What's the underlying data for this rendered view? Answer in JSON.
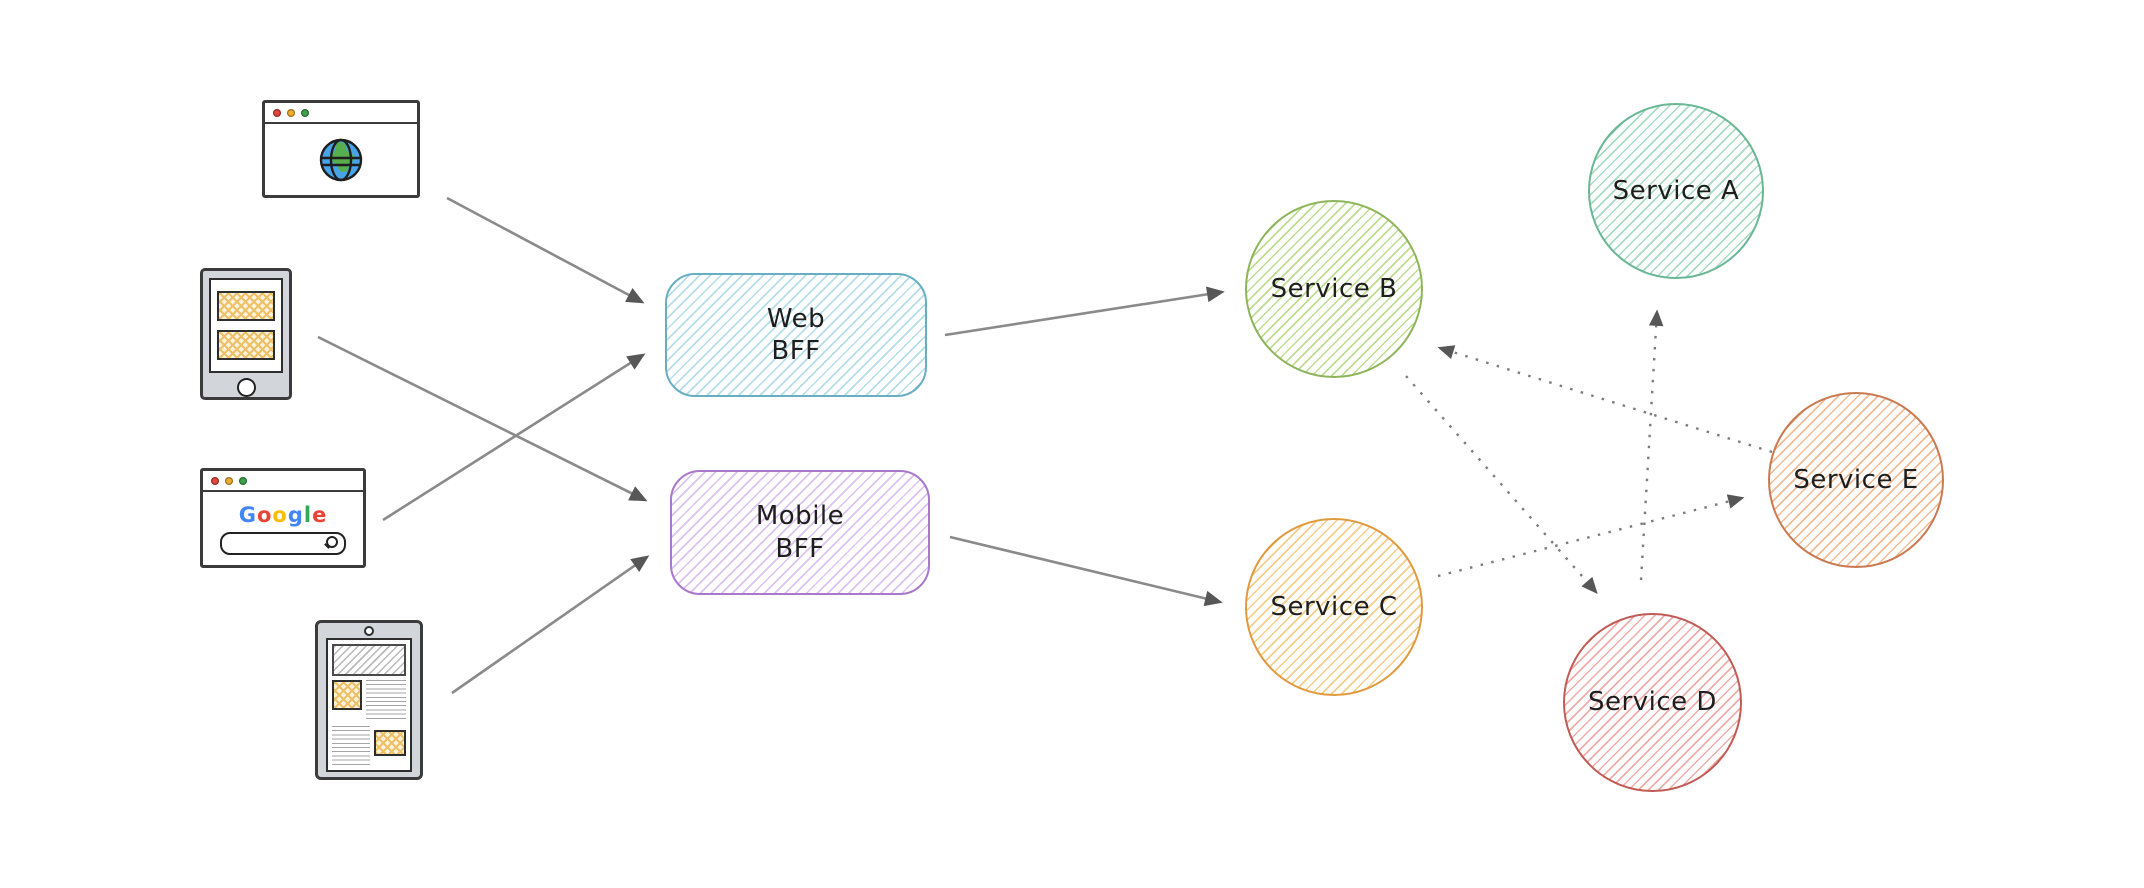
{
  "diagram": {
    "clients": [
      {
        "id": "web-browser",
        "icon": "browser-globe-icon"
      },
      {
        "id": "smartphone",
        "icon": "smartphone-icon"
      },
      {
        "id": "search-browser",
        "icon": "browser-google-icon"
      },
      {
        "id": "tablet",
        "icon": "tablet-icon"
      }
    ],
    "bffs": [
      {
        "id": "web-bff",
        "label_line1": "Web",
        "label_line2": "BFF",
        "stroke": "#67aec2",
        "fill": "#b5dde9"
      },
      {
        "id": "mobile-bff",
        "label_line1": "Mobile",
        "label_line2": "BFF",
        "stroke": "#a978cc",
        "fill": "#dcc2ee"
      }
    ],
    "services": [
      {
        "id": "service-a",
        "label": "Service A",
        "stroke": "#6ab695",
        "fill": "#a9dac3"
      },
      {
        "id": "service-b",
        "label": "Service B",
        "stroke": "#8eb55c",
        "fill": "#bedc92"
      },
      {
        "id": "service-c",
        "label": "Service C",
        "stroke": "#e09b40",
        "fill": "#f3cd8a"
      },
      {
        "id": "service-d",
        "label": "Service D",
        "stroke": "#c15b55",
        "fill": "#eeada8"
      },
      {
        "id": "service-e",
        "label": "Service E",
        "stroke": "#ca7a52",
        "fill": "#f1bb95"
      }
    ],
    "edges": [
      {
        "id": "web-browser-to-web-bff",
        "from": "web-browser",
        "to": "web-bff",
        "style": "solid"
      },
      {
        "id": "smartphone-to-mobile-bff",
        "from": "smartphone",
        "to": "mobile-bff",
        "style": "solid"
      },
      {
        "id": "search-browser-to-web-bff",
        "from": "search-browser",
        "to": "web-bff",
        "style": "solid"
      },
      {
        "id": "tablet-to-mobile-bff",
        "from": "tablet",
        "to": "mobile-bff",
        "style": "solid"
      },
      {
        "id": "web-bff-to-service-b",
        "from": "web-bff",
        "to": "service-b",
        "style": "solid"
      },
      {
        "id": "mobile-bff-to-service-c",
        "from": "mobile-bff",
        "to": "service-c",
        "style": "solid"
      },
      {
        "id": "service-e-to-service-b",
        "from": "service-e",
        "to": "service-b",
        "style": "dotted"
      },
      {
        "id": "service-d-to-service-a",
        "from": "service-d",
        "to": "service-a",
        "style": "dotted"
      },
      {
        "id": "service-c-to-service-e",
        "from": "service-c",
        "to": "service-e",
        "style": "dotted"
      },
      {
        "id": "service-b-to-service-d",
        "from": "service-b",
        "to": "service-d",
        "style": "dotted"
      }
    ],
    "colors": {
      "arrow_solid": "#8a8a8a",
      "arrow_dotted": "#7c7c7c",
      "arrowhead": "#575757",
      "traffic_red": "#e0473c",
      "traffic_yellow": "#efac30",
      "traffic_green": "#3fa24b",
      "globe_water": "#47a4e8",
      "globe_land": "#57ae4d",
      "device_frame": "#d2d6da",
      "content_yellow": "#eec169"
    }
  },
  "google_logo": {
    "text": "Google",
    "letters": [
      {
        "ch": "G",
        "color": "#4285F4"
      },
      {
        "ch": "o",
        "color": "#EA4335"
      },
      {
        "ch": "o",
        "color": "#FBBC05"
      },
      {
        "ch": "g",
        "color": "#4285F4"
      },
      {
        "ch": "l",
        "color": "#34A853"
      },
      {
        "ch": "e",
        "color": "#EA4335"
      }
    ]
  }
}
